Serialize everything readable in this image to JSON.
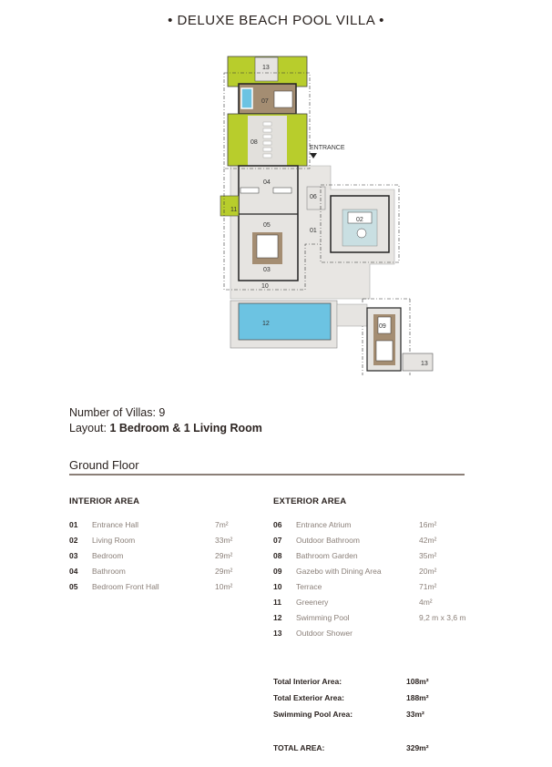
{
  "title": "• DELUXE BEACH POOL VILLA •",
  "plan": {
    "entrance_label": "ENTRANCE",
    "room_labels": [
      "01",
      "02",
      "03",
      "04",
      "05",
      "06",
      "07",
      "08",
      "09",
      "10",
      "11",
      "12",
      "13",
      "13"
    ],
    "colors": {
      "greenery": "#b8cd2c",
      "wood": "#a48d72",
      "pool": "#6cc3e2",
      "floor": "#e6e4e1",
      "rug": "#c9dfe2"
    }
  },
  "info": {
    "villas_label": "Number of Villas: ",
    "villas_value": "9",
    "layout_label": "Layout: ",
    "layout_value": "1 Bedroom & 1 Living Room"
  },
  "section_title": "Ground Floor",
  "interior": {
    "heading": "INTERIOR AREA",
    "rows": [
      {
        "num": "01",
        "label": "Entrance Hall",
        "area": "7m²"
      },
      {
        "num": "02",
        "label": "Living Room",
        "area": "33m²"
      },
      {
        "num": "03",
        "label": "Bedroom",
        "area": "29m²"
      },
      {
        "num": "04",
        "label": "Bathroom",
        "area": "29m²"
      },
      {
        "num": "05",
        "label": "Bedroom Front Hall",
        "area": "10m²"
      }
    ]
  },
  "exterior": {
    "heading": "EXTERIOR AREA",
    "rows": [
      {
        "num": "06",
        "label": "Entrance Atrium",
        "area": "16m²"
      },
      {
        "num": "07",
        "label": "Outdoor  Bathroom",
        "area": "42m²"
      },
      {
        "num": "08",
        "label": "Bathroom Garden",
        "area": "35m²"
      },
      {
        "num": "09",
        "label": "Gazebo with Dining Area",
        "area": "20m²"
      },
      {
        "num": "10",
        "label": "Terrace",
        "area": "71m²"
      },
      {
        "num": "11",
        "label": "Greenery",
        "area": "4m²"
      },
      {
        "num": "12",
        "label": "Swimming Pool",
        "area": "9,2 m x 3,6 m"
      },
      {
        "num": "13",
        "label": "Outdoor Shower",
        "area": ""
      }
    ]
  },
  "totals": [
    {
      "label": "Total Interior Area:",
      "value": "108m²"
    },
    {
      "label": "Total Exterior Area:",
      "value": "188m²"
    },
    {
      "label": "Swimming Pool Area:",
      "value": "33m²"
    }
  ],
  "grand_total": {
    "label": "TOTAL AREA:",
    "value": "329m²"
  }
}
